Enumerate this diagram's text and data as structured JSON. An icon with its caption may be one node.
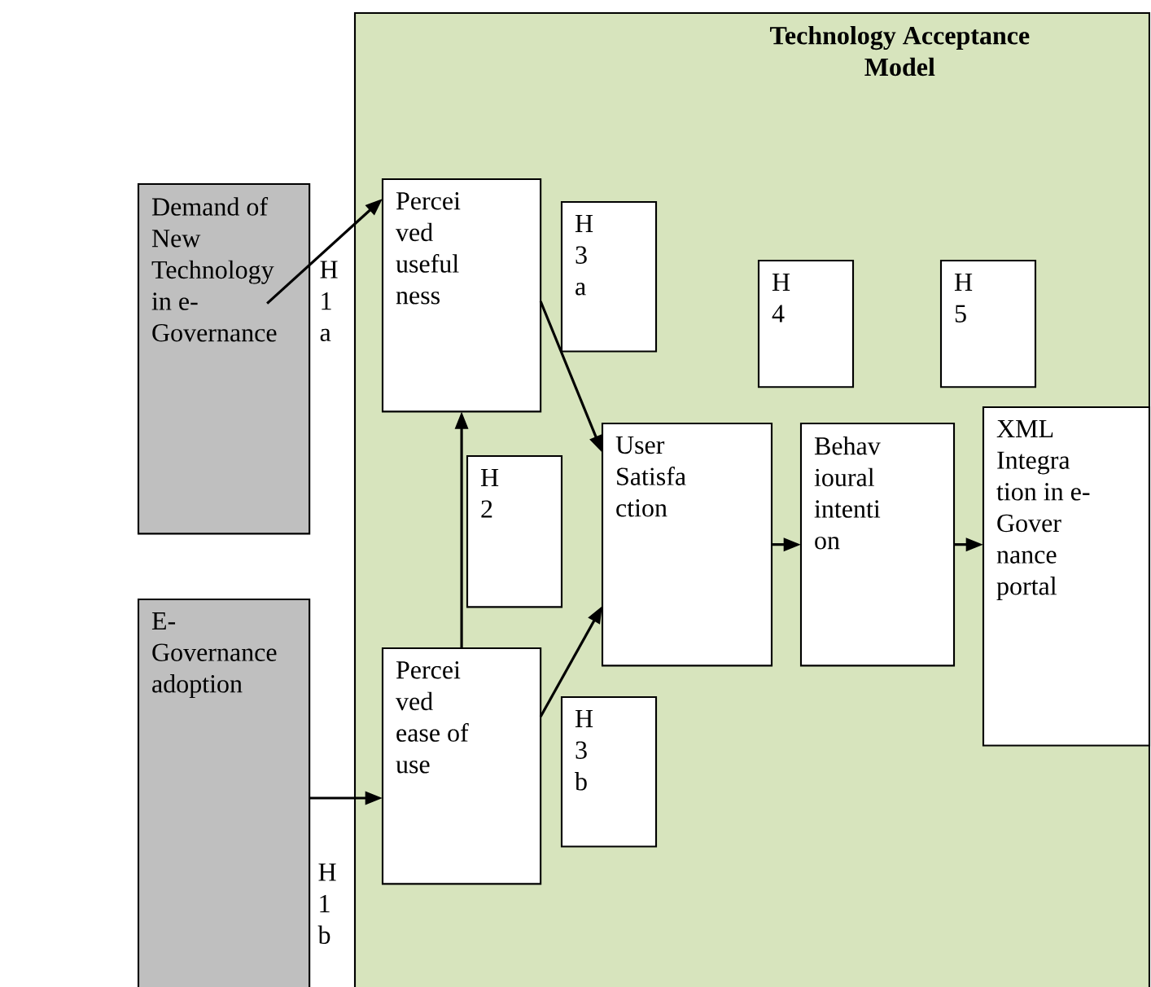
{
  "diagram": {
    "nodes": [
      {
        "text": [
          "Technology Acceptance Model"
        ]
      },
      {
        "text": [
          "Demand of New Technology in e- Governance"
        ]
      },
      {
        "text": [
          "E- Governance adoption"
        ]
      },
      {
        "text": [
          "Percei ved useful ness"
        ],
        "in": 0
      },
      {
        "text": [
          "Percei ved ease of use"
        ],
        "in": 0
      },
      {
        "text": [
          "User Satisfa ction"
        ],
        "in": 0
      },
      {
        "text": [
          "Behav ioural intenti on"
        ],
        "in": 0
      },
      {
        "text": [
          "XML Integra tion in e- Gover nance portal"
        ],
        "in": 0
      },
      {
        "text": [
          "H 3 a"
        ],
        "in": 0
      },
      {
        "text": [
          "H 4"
        ],
        "in": 0
      },
      {
        "text": [
          "H 5"
        ],
        "in": 0
      },
      {
        "text": [
          "H 2"
        ],
        "in": 0
      },
      {
        "text": [
          "H 3 b"
        ],
        "in": 0
      }
    ],
    "edges": [
      {
        "from": 1,
        "to": 3,
        "arrow": "to"
      },
      {
        "from": 2,
        "to": 4,
        "arrow": "to"
      },
      {
        "from": 4,
        "to": 3,
        "arrow": "to"
      },
      {
        "from": 3,
        "to": 5,
        "arrow": "to"
      },
      {
        "from": 4,
        "to": 5,
        "arrow": "to"
      },
      {
        "from": 5,
        "to": 6,
        "arrow": "to"
      },
      {
        "from": 6,
        "to": 7,
        "arrow": "to"
      }
    ],
    "labels": [
      "H 1 a",
      "H 1 b"
    ]
  }
}
